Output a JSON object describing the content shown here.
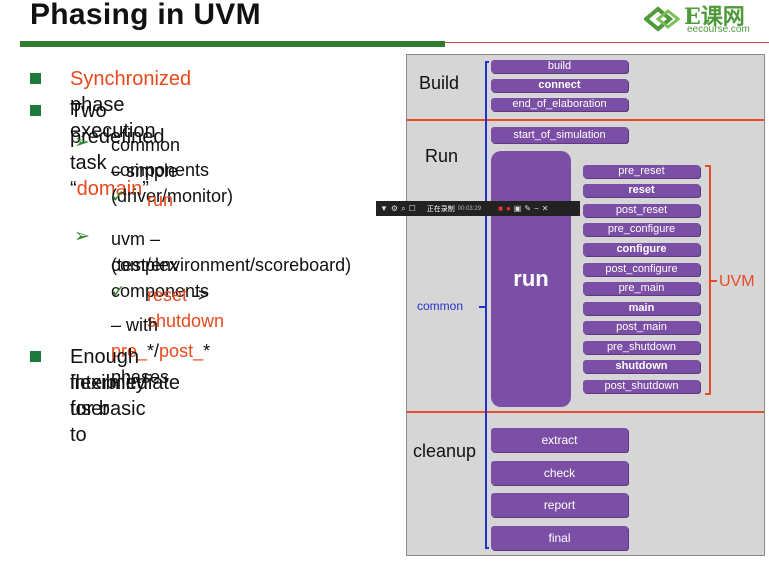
{
  "slide": {
    "title": "Phasing in UVM",
    "logo": {
      "text_cn": "E课网",
      "url": "eecourse.com"
    }
  },
  "bullets": {
    "b1_red": "Synchronized",
    "b1_rest": " phase execution",
    "b2_pre": "Two predefined task “",
    "b2_red": "domain",
    "b2_post": "”",
    "sub1_line1": "common – simple",
    "sub1_line2": "components (driver/monitor)",
    "sub1_check": "run",
    "sub2_line1": " uvm – complex components",
    "sub2_line2": "(test/environment/scoreboard)",
    "sub2_check_a": "reset",
    "sub2_check_mid": " -> ",
    "sub2_check_b": "shutdown",
    "sub2_with_pre": "– with ",
    "sub2_with_red1": "pre_",
    "sub2_with_mid": "*/",
    "sub2_with_red2": "post_",
    "sub2_with_post": "* phases",
    "b3_line1": "Enough flexibility for basic to",
    "b3_line2": "intermediate user"
  },
  "diagram": {
    "sections": {
      "build": "Build",
      "run": "Run",
      "cleanup": "cleanup"
    },
    "common_label": "common",
    "uvm_label": "UVM",
    "build_phases": [
      "build",
      "connect",
      "end_of_elaboration"
    ],
    "start_phase": "start_of_simulation",
    "run_label": "run",
    "uvm_phases": [
      "pre_reset",
      "reset",
      "post_reset",
      "pre_configure",
      "configure",
      "post_configure",
      "pre_main",
      "main",
      "post_main",
      "pre_shutdown",
      "shutdown",
      "post_shutdown"
    ],
    "cleanup_phases": [
      "extract",
      "check",
      "report",
      "final"
    ]
  },
  "recorder_toolbar": {
    "status_text": "正在录制",
    "time_text": "00:03:29"
  },
  "colors": {
    "accent_red": "#e8481c",
    "phase_purple": "#7b4fa6",
    "bracket_blue": "#2233cc",
    "bullet_green": "#1d7a3a"
  }
}
